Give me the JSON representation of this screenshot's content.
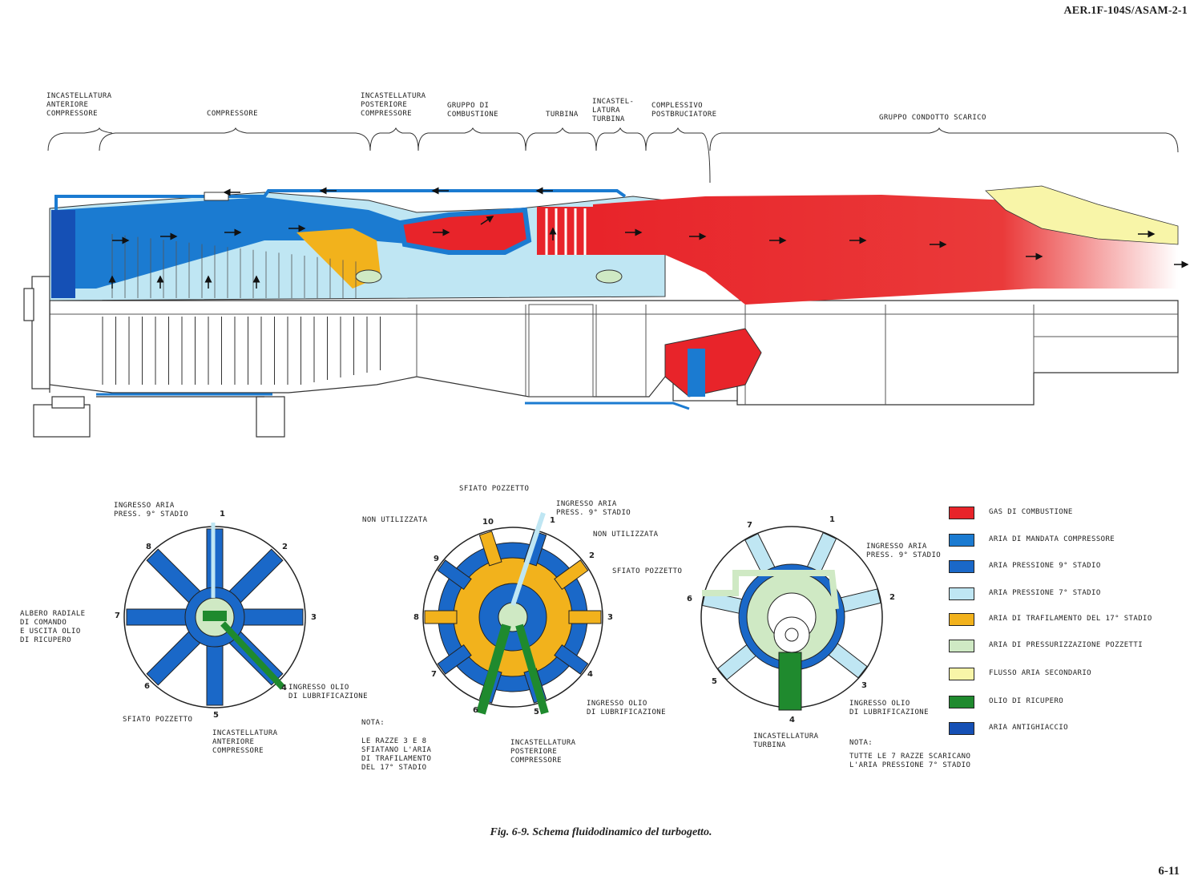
{
  "header": "AER.1F-104S/ASAM-2-1",
  "page_number": "6-11",
  "caption": "Fig. 6-9. Schema fluidodinamico del turbogetto.",
  "sections": [
    {
      "id": "front-frame",
      "label": "INCASTELLATURA\nANTERIORE\nCOMPRESSORE"
    },
    {
      "id": "compressor",
      "label": "COMPRESSORE"
    },
    {
      "id": "rear-frame",
      "label": "INCASTELLATURA\nPOSTERIORE\nCOMPRESSORE"
    },
    {
      "id": "combustion",
      "label": "GRUPPO DI\nCOMBUSTIONE"
    },
    {
      "id": "turbine",
      "label": "TURBINA"
    },
    {
      "id": "turbine-frame",
      "label": "INCASTEL-\nLATURA\nTURBINA"
    },
    {
      "id": "afterburner",
      "label": "COMPLESSIVO\nPOSTBRUCIATORE"
    },
    {
      "id": "exhaust",
      "label": "GRUPPO CONDOTTO SCARICO"
    }
  ],
  "front_section": {
    "label_inlet": "INGRESSO ARIA\nPRESS. 9° STADIO",
    "label_shaft": "ALBERO RADIALE\nDI COMANDO\nE USCITA OLIO\nDI RICUPERO",
    "label_oil": "INGRESSO OLIO\nDI LUBRIFICAZIONE",
    "label_vent": "SFIATO POZZETTO",
    "label_frame": "INCASTELLATURA\nANTERIORE\nCOMPRESSORE",
    "spokes": [
      "1",
      "2",
      "3",
      "4",
      "5",
      "6",
      "7",
      "8"
    ]
  },
  "middle_section": {
    "label_vent": "SFIATO POZZETTO",
    "label_inlet": "INGRESSO ARIA\nPRESS. 9° STADIO",
    "label_unused_left": "NON UTILIZZATA",
    "label_unused_right": "NON UTILIZZATA",
    "label_oil": "INGRESSO OLIO\nDI LUBRIFICAZIONE",
    "label_frame": "INCASTELLATURA\nPOSTERIORE\nCOMPRESSORE",
    "note_title": "NOTA:",
    "note_text": "LE RAZZE 3 E 8\nSFIATANO L'ARIA\nDI TRAFILAMENTO\nDEL 17° STADIO",
    "spokes": [
      "1",
      "2",
      "3",
      "4",
      "5",
      "6",
      "7",
      "8",
      "9",
      "10"
    ]
  },
  "right_section": {
    "label_inlet": "INGRESSO ARIA\nPRESS. 9° STADIO",
    "label_vent": "SFIATO POZZETTO",
    "label_oil": "INGRESSO OLIO\nDI LUBRIFICAZIONE",
    "label_frame": "INCASTELLATURA\nTURBINA",
    "note_title": "NOTA:",
    "note_text": "TUTTE LE 7 RAZZE SCARICANO\nL'ARIA PRESSIONE 7° STADIO",
    "spokes": [
      "1",
      "2",
      "3",
      "4",
      "5",
      "6",
      "7"
    ]
  },
  "legend": [
    {
      "label": "GAS DI COMBUSTIONE",
      "color": "#e8242a"
    },
    {
      "label": "ARIA DI MANDATA COMPRESSORE",
      "color": "#1b7bd1"
    },
    {
      "label": "ARIA PRESSIONE 9° STADIO",
      "color": "#1a68c8"
    },
    {
      "label": "ARIA PRESSIONE 7° STADIO",
      "color": "#bfe6f3"
    },
    {
      "label": "ARIA DI TRAFILAMENTO DEL 17° STADIO",
      "color": "#f2b21c"
    },
    {
      "label": "ARIA DI PRESSURIZZAZIONE POZZETTI",
      "color": "#cfe9c4"
    },
    {
      "label": "FLUSSO ARIA SECONDARIO",
      "color": "#f8f5a8"
    },
    {
      "label": "OLIO DI RICUPERO",
      "color": "#1f8a2e"
    },
    {
      "label": "ARIA ANTIGHIACCIO",
      "color": "#1550b5"
    }
  ],
  "colors": {
    "combustion": "#e8242a",
    "discharge": "#1b7bd1",
    "stage9": "#1a68c8",
    "stage7": "#bfe6f3",
    "leak17": "#f2b21c",
    "sump": "#cfe9c4",
    "secondary": "#f8f5a8",
    "oil": "#1f8a2e",
    "antiice": "#1550b5"
  }
}
